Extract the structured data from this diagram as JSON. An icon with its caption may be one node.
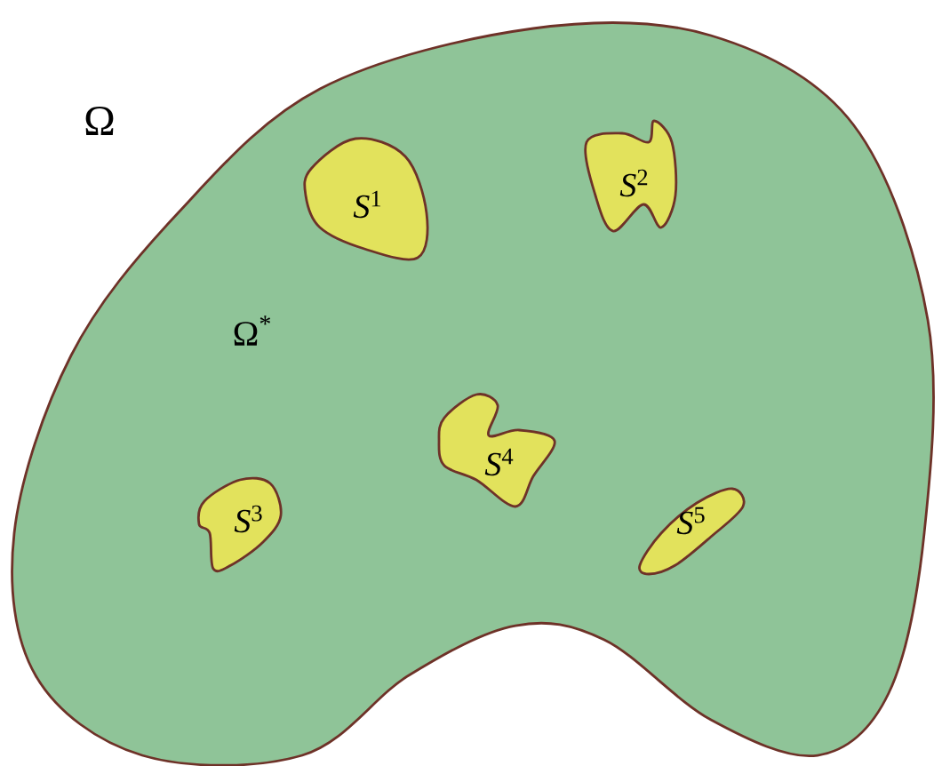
{
  "diagram": {
    "nodes": [
      {
        "text": [
          "Ω$^{*}$"
        ]
      },
      {
        "text": [
          "*S*$^{1}$"
        ],
        "in": 0
      },
      {
        "text": [
          "*S*$^{2}$"
        ],
        "in": 0
      },
      {
        "text": [
          "*S*$^{4}$"
        ],
        "in": 0
      },
      {
        "text": [
          "*S*$^{3}$"
        ],
        "in": 0
      },
      {
        "text": [
          "*S*$^{5}$"
        ],
        "in": 0
      }
    ],
    "labels": [
      "Ω"
    ]
  }
}
